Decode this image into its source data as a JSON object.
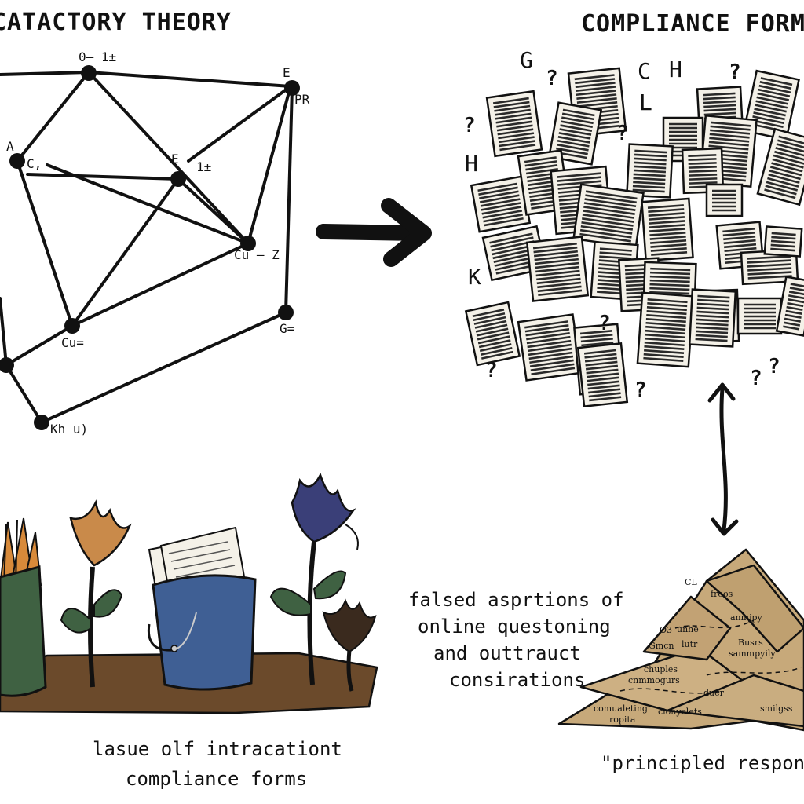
{
  "titles": {
    "left": "CATACTORY THEORY",
    "right": "COMPLIANCE FORMS"
  },
  "graph": {
    "nodes": [
      {
        "id": "n1",
        "label": "0– 1±"
      },
      {
        "id": "n2",
        "label": "E"
      },
      {
        "id": "n3",
        "label": "PR"
      },
      {
        "id": "n4",
        "label": "A"
      },
      {
        "id": "n5",
        "label": "C,"
      },
      {
        "id": "n6",
        "label": "E"
      },
      {
        "id": "n7",
        "label": "1±"
      },
      {
        "id": "n8",
        "label": "Cu – Z"
      },
      {
        "id": "n9",
        "label": "Cu="
      },
      {
        "id": "n10",
        "label": "G="
      },
      {
        "id": "n11",
        "label": "Kh u)"
      }
    ]
  },
  "forms": {
    "letters": [
      "G",
      "C",
      "H",
      "L",
      "H",
      "K"
    ],
    "question_mark": "?"
  },
  "captions": {
    "middle": [
      "falsed asprtions of",
      "online questoning",
      "and outtrauct",
      "consirations"
    ],
    "bottom_left": [
      "lasue olf intracationt",
      "compliance forms"
    ],
    "bottom_right": "\"principled response"
  },
  "mountain_labels": [
    "CL",
    "froos",
    "anmjpy",
    "Busrs",
    "sammpyily",
    "unhe",
    "lutr",
    "chuples",
    "cnmmogurs",
    "duer",
    "comualeting",
    "ropita",
    "cionyclets",
    "smilgss",
    "Gmcn",
    "O3"
  ],
  "colors": {
    "ink": "#111111",
    "paper": "#f4f1e8",
    "green_bucket": "#3f6142",
    "blue_bucket": "#3f5f94",
    "soil": "#6b4a2b",
    "mountain": "#c7a97a",
    "orange_tulip": "#c98a4a",
    "purple_tulip": "#3a3f78",
    "dark_tulip": "#3a2a1e"
  }
}
